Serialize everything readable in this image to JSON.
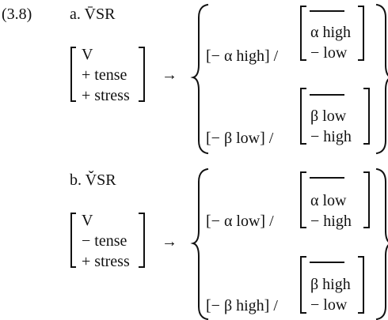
{
  "example_number": "(3.8)",
  "rules": [
    {
      "heading": "a. V̄SR",
      "input": [
        "V",
        "+ tense",
        "+ stress"
      ],
      "arrow": "→",
      "cases": [
        {
          "output": "[− α high] /",
          "context": [
            "α high",
            "− low"
          ]
        },
        {
          "output": "[− β low] /",
          "context": [
            "β low",
            "− high"
          ]
        }
      ]
    },
    {
      "heading": "b. V̌SR",
      "input": [
        "V",
        "− tense",
        "+ stress"
      ],
      "arrow": "→",
      "cases": [
        {
          "output": "[− α low] /",
          "context": [
            "α low",
            "− high"
          ]
        },
        {
          "output": "[− β high] /",
          "context": [
            "β high",
            "− low"
          ]
        }
      ]
    }
  ]
}
